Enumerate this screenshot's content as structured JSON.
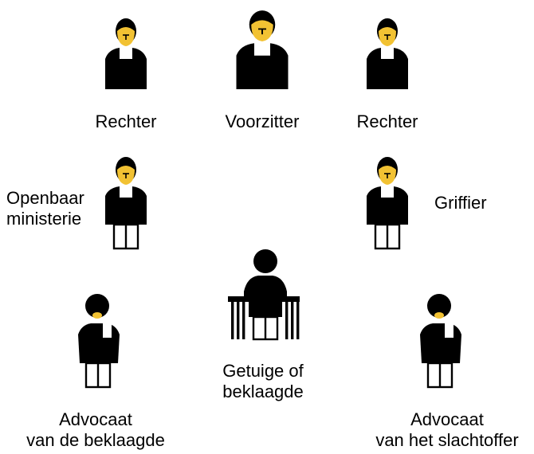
{
  "colors": {
    "skin": "#f2c233",
    "robe": "#000000",
    "collar": "#ffffff"
  },
  "roles": {
    "judge_left": {
      "label": "Rechter",
      "icon": "judge-icon"
    },
    "president": {
      "label": "Voorzitter",
      "icon": "judge-icon"
    },
    "judge_right": {
      "label": "Rechter",
      "icon": "judge-icon"
    },
    "prosecutor": {
      "label_line1": "Openbaar",
      "label_line2": "ministerie",
      "icon": "judge-seated-icon"
    },
    "clerk": {
      "label": "Griffier",
      "icon": "judge-seated-icon"
    },
    "witness": {
      "label_line1": "Getuige of",
      "label_line2": "beklaagde",
      "icon": "witness-at-bar-icon"
    },
    "defense": {
      "label_line1": "Advocaat",
      "label_line2": "van de beklaagde",
      "icon": "lawyer-seated-icon"
    },
    "victim_counsel": {
      "label_line1": "Advocaat",
      "label_line2": "van het slachtoffer",
      "icon": "lawyer-seated-icon"
    }
  }
}
